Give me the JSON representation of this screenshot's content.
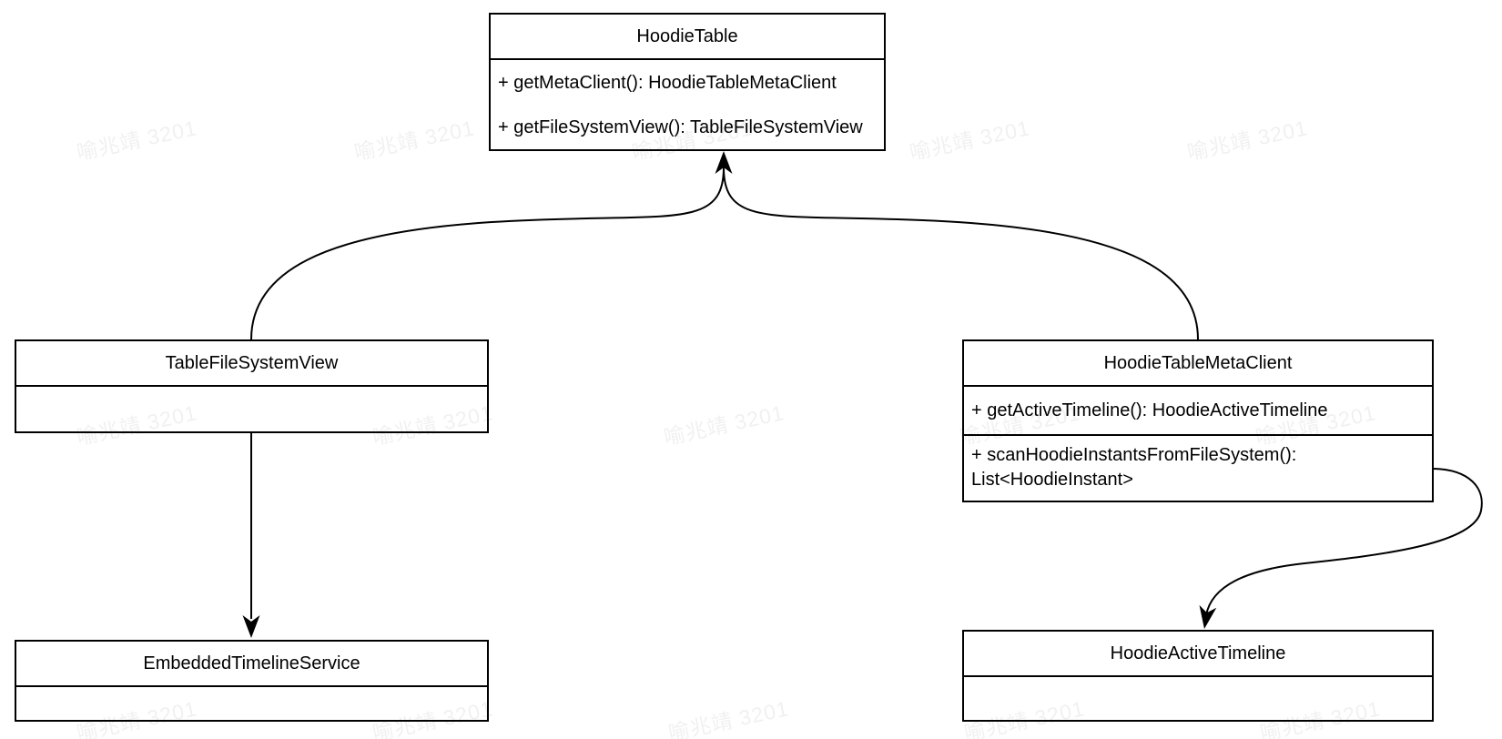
{
  "watermark": {
    "text": "喻兆靖 3201"
  },
  "classes": {
    "hoodieTable": {
      "title": "HoodieTable",
      "methods": [
        "+ getMetaClient(): HoodieTableMetaClient",
        "+ getFileSystemView(): TableFileSystemView"
      ]
    },
    "tableFileSystemView": {
      "title": "TableFileSystemView"
    },
    "hoodieTableMetaClient": {
      "title": "HoodieTableMetaClient",
      "methods": [
        "+ getActiveTimeline(): HoodieActiveTimeline",
        "+ scanHoodieInstantsFromFileSystem(): List<HoodieInstant>"
      ]
    },
    "embeddedTimelineService": {
      "title": "EmbeddedTimelineService"
    },
    "hoodieActiveTimeline": {
      "title": "HoodieActiveTimeline"
    }
  },
  "relations": [
    {
      "from": "TableFileSystemView",
      "to": "HoodieTable",
      "type": "arrow"
    },
    {
      "from": "HoodieTableMetaClient",
      "to": "HoodieTable",
      "type": "arrow"
    },
    {
      "from": "TableFileSystemView",
      "to": "EmbeddedTimelineService",
      "type": "arrow"
    },
    {
      "from": "HoodieTableMetaClient",
      "to": "HoodieActiveTimeline",
      "type": "arrow"
    }
  ]
}
